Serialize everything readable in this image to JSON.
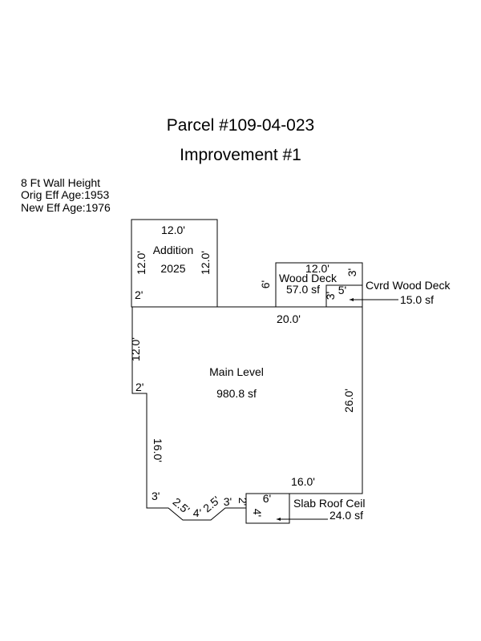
{
  "header": {
    "parcel": "Parcel #109-04-023",
    "improvement": "Improvement #1"
  },
  "info": {
    "wall_height": "8 Ft Wall Height",
    "orig_eff_age": "Orig Eff Age:1953",
    "new_eff_age": "New Eff Age:1976"
  },
  "areas": {
    "addition_name": "Addition",
    "addition_year": "2025",
    "main_name": "Main Level",
    "main_area": "980.8 sf",
    "wood_deck_name": "Wood Deck",
    "wood_deck_area": "57.0 sf",
    "cvrd_deck_name": "Cvrd Wood Deck",
    "cvrd_deck_area": "15.0 sf",
    "slab_name": "Slab Roof Ceil",
    "slab_area": "24.0 sf"
  },
  "dims": {
    "addition_top": "12.0'",
    "addition_left": "12.0'",
    "addition_right": "12.0'",
    "notch_upper": "2'",
    "main_left": "12.0'",
    "notch_lower": "2'",
    "lower_left": "16.0'",
    "bottom_3": "3'",
    "diag_left": "2.5'",
    "bottom_4": "4'",
    "diag_right": "2.5'",
    "bottom_3b": "3'",
    "bottom_2": "2'",
    "main_top": "20.0'",
    "main_right": "26.0'",
    "main_bottom": "16.0'",
    "deck_top": "12.0'",
    "deck_left": "6'",
    "deck_right": "3'",
    "cvrd_left": "3'",
    "cvrd_top": "5'",
    "slab_top": "6'",
    "slab_left": "4'"
  }
}
